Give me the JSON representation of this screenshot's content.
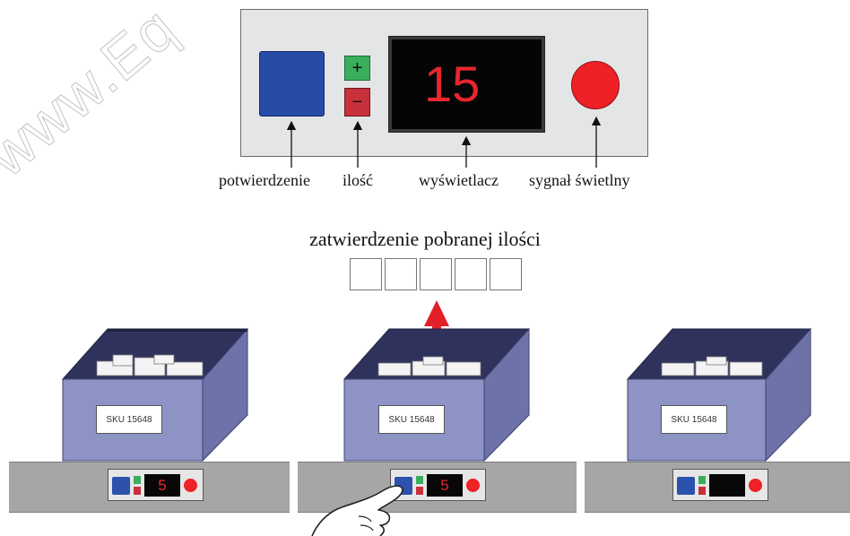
{
  "top_panel": {
    "display_value": "15",
    "plus_symbol": "+",
    "minus_symbol": "−",
    "labels": {
      "confirm": "potwierdzenie",
      "quantity": "ilość",
      "display": "wyświetlacz",
      "light": "sygnał świetlny"
    }
  },
  "caption": "zatwierdzenie pobranej ilości",
  "watermark": "www.Eq",
  "bins": [
    {
      "sku": "SKU 15648",
      "display_value": "5"
    },
    {
      "sku": "SKU 15648",
      "display_value": "5"
    },
    {
      "sku": "SKU 15648",
      "display_value": ""
    }
  ],
  "colors": {
    "confirm_button": "#274ca8",
    "plus_button": "#3aae5c",
    "minus_button": "#c8303c",
    "display_digits": "#e8262e",
    "signal_light": "#ee2127",
    "bin_body": "#8e93c5",
    "pick_arrow": "#e3202a"
  }
}
